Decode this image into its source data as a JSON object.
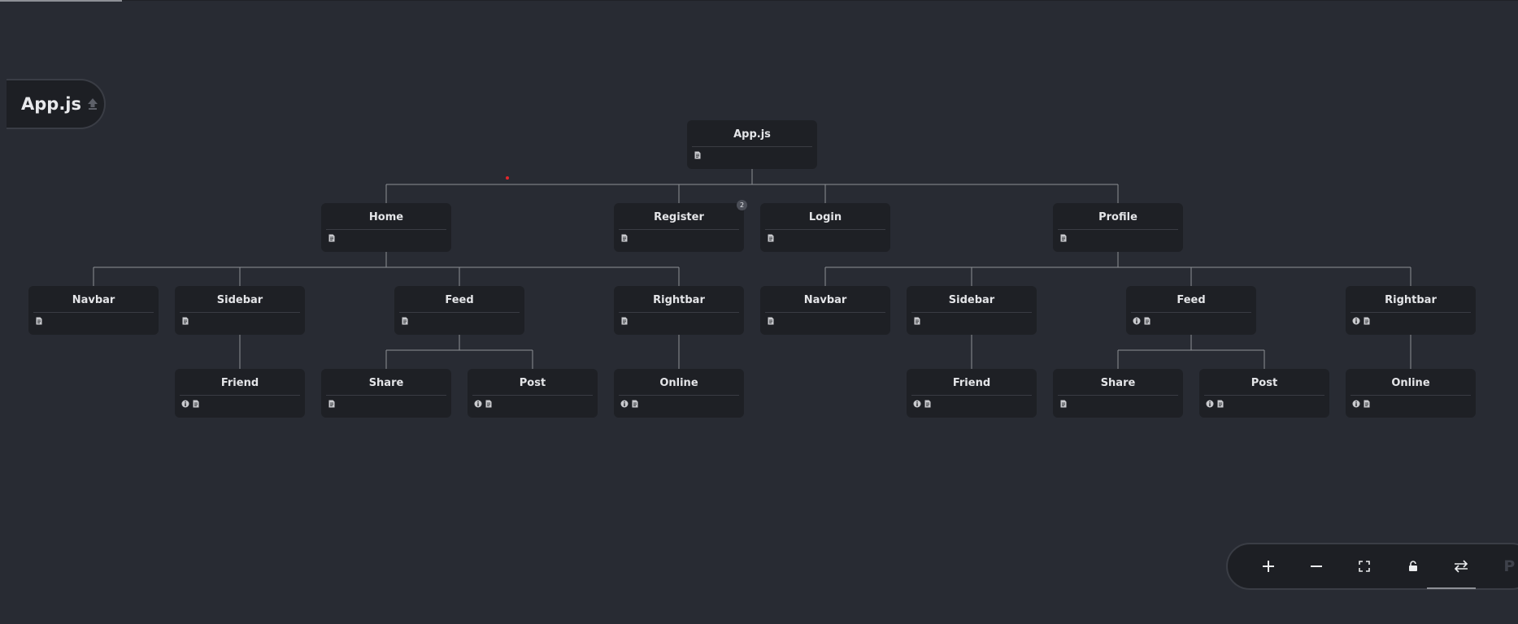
{
  "file": {
    "name": "App.js",
    "upload_icon": "upload-icon"
  },
  "tree": {
    "root": {
      "label": "App.js",
      "icons": [
        "file-icon"
      ]
    },
    "level1": [
      {
        "label": "Home",
        "icons": [
          "file-icon"
        ]
      },
      {
        "label": "Register",
        "icons": [
          "file-icon"
        ],
        "badge": "2"
      },
      {
        "label": "Login",
        "icons": [
          "file-icon"
        ]
      },
      {
        "label": "Profile",
        "icons": [
          "file-icon"
        ]
      }
    ],
    "level2": [
      {
        "label": "Navbar",
        "icons": [
          "file-icon"
        ]
      },
      {
        "label": "Sidebar",
        "icons": [
          "file-icon"
        ]
      },
      {
        "label": "Feed",
        "icons": [
          "file-icon"
        ]
      },
      {
        "label": "Rightbar",
        "icons": [
          "file-icon"
        ]
      },
      {
        "label": "Navbar",
        "icons": [
          "file-icon"
        ]
      },
      {
        "label": "Sidebar",
        "icons": [
          "file-icon"
        ]
      },
      {
        "label": "Feed",
        "icons": [
          "info-icon",
          "file-icon"
        ]
      },
      {
        "label": "Rightbar",
        "icons": [
          "info-icon",
          "file-icon"
        ]
      }
    ],
    "level3": [
      {
        "label": "Friend",
        "icons": [
          "info-icon",
          "file-icon"
        ]
      },
      {
        "label": "Share",
        "icons": [
          "file-icon"
        ]
      },
      {
        "label": "Post",
        "icons": [
          "info-icon",
          "file-icon"
        ]
      },
      {
        "label": "Online",
        "icons": [
          "info-icon",
          "file-icon"
        ]
      },
      {
        "label": "Friend",
        "icons": [
          "info-icon",
          "file-icon"
        ]
      },
      {
        "label": "Share",
        "icons": [
          "file-icon"
        ]
      },
      {
        "label": "Post",
        "icons": [
          "info-icon",
          "file-icon"
        ]
      },
      {
        "label": "Online",
        "icons": [
          "info-icon",
          "file-icon"
        ]
      }
    ]
  },
  "controls": [
    {
      "name": "zoom-in",
      "icon": "plus-icon"
    },
    {
      "name": "zoom-out",
      "icon": "minus-icon"
    },
    {
      "name": "fit-view",
      "icon": "fullscreen-icon"
    },
    {
      "name": "lock",
      "icon": "lock-icon"
    },
    {
      "name": "swap-layout",
      "icon": "swap-icon"
    },
    {
      "name": "p",
      "label": "P"
    }
  ],
  "colors": {
    "background": "#282b33",
    "node": "#1e2025",
    "edge": "#8e9096",
    "marker": "#e3262b"
  }
}
